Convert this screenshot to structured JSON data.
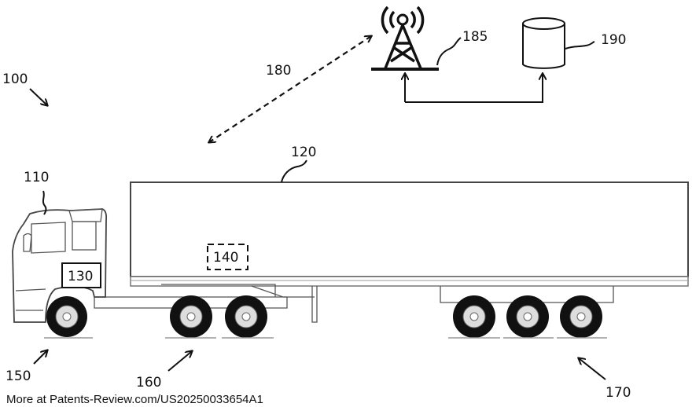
{
  "labels": {
    "system": "100",
    "cab": "110",
    "trailer": "120",
    "cab_unit": "130",
    "trailer_unit": "140",
    "front_axle": "150",
    "drive_axles": "160",
    "trailer_axles": "170",
    "wireless_link": "180",
    "tower": "185",
    "database": "190"
  },
  "footer": "More at Patents-Review.com/US20250033654A1",
  "icons": [
    "cell-tower-icon",
    "database-icon"
  ]
}
